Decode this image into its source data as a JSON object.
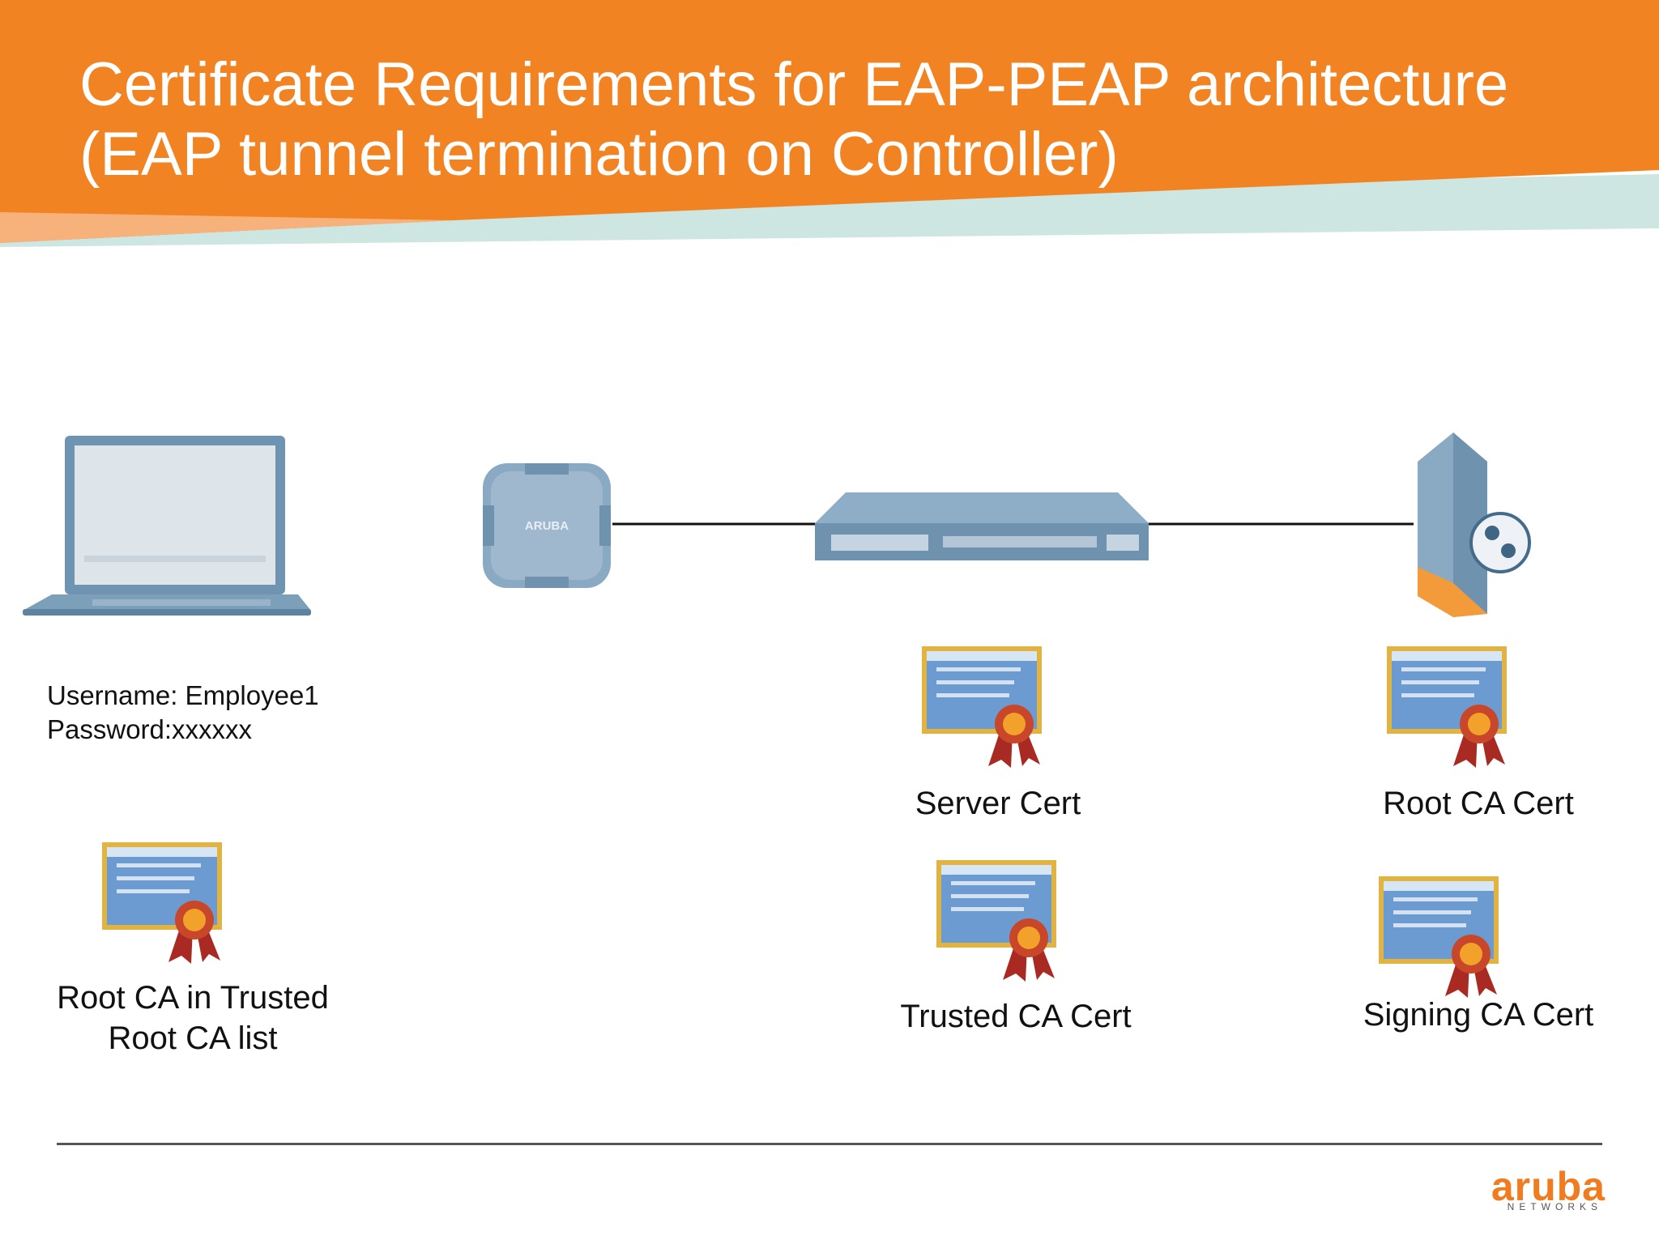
{
  "slide": {
    "title_line1": "Certificate Requirements for EAP-PEAP architecture",
    "title_line2": "(EAP tunnel termination on Controller)"
  },
  "client": {
    "username": "Username: Employee1",
    "password": "Password:xxxxxx",
    "cert_label_line1": "Root CA in Trusted",
    "cert_label_line2": "Root CA list"
  },
  "access_point": {
    "brand": "ARUBA"
  },
  "controller": {
    "cert1_label": "Server Cert",
    "cert2_label": "Trusted CA Cert"
  },
  "server": {
    "cert1_label": "Root CA Cert",
    "cert2_label": "Signing CA Cert"
  },
  "logo": {
    "word": "aruba",
    "sub": "NETWORKS"
  },
  "colors": {
    "header": "#f28322",
    "teal_band": "#cde6e1",
    "device": "#7c9fba"
  },
  "icons": [
    "laptop-icon",
    "access-point-icon",
    "controller-icon",
    "server-icon",
    "certificate-icon"
  ]
}
